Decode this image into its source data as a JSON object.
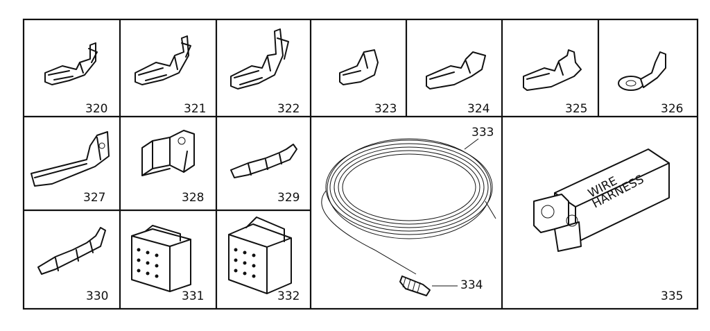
{
  "parts": [
    {
      "id": "320",
      "name": "terminal-320"
    },
    {
      "id": "321",
      "name": "terminal-321"
    },
    {
      "id": "322",
      "name": "terminal-322"
    },
    {
      "id": "323",
      "name": "terminal-323"
    },
    {
      "id": "324",
      "name": "terminal-324"
    },
    {
      "id": "325",
      "name": "terminal-325"
    },
    {
      "id": "326",
      "name": "ring-terminal-326"
    },
    {
      "id": "327",
      "name": "terminal-327"
    },
    {
      "id": "328",
      "name": "clip-328"
    },
    {
      "id": "329",
      "name": "pin-terminal-329"
    },
    {
      "id": "330",
      "name": "pin-terminal-330"
    },
    {
      "id": "331",
      "name": "connector-block-331"
    },
    {
      "id": "332",
      "name": "connector-block-332"
    },
    {
      "id": "333",
      "name": "wire-coil-333"
    },
    {
      "id": "334",
      "name": "wire-nut-334"
    },
    {
      "id": "335",
      "name": "wire-harness-kit-335"
    }
  ],
  "harness_box_text": [
    "WIRE",
    "HARNESS"
  ]
}
